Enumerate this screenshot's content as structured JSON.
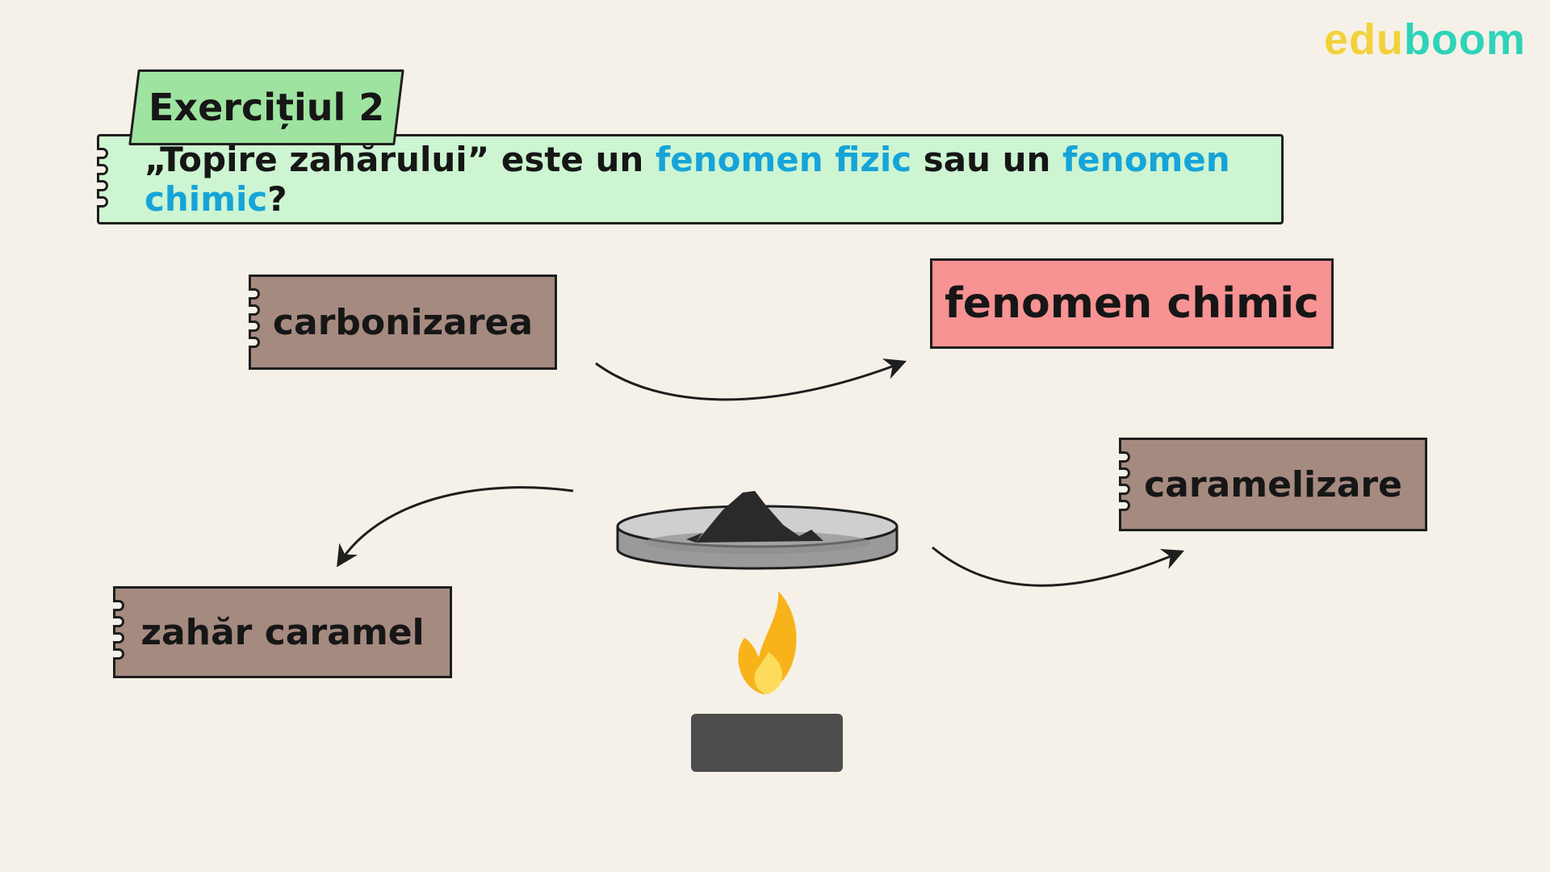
{
  "logo": {
    "part1": "edu",
    "part2": "boom",
    "color1": "#f2d23a",
    "color2": "#2ed3b8"
  },
  "exercise": {
    "title": "Exercițiul 2"
  },
  "question": {
    "prefix": "„Topire zahărului” este un ",
    "term1": "fenomen fizic",
    "middle": " sau un ",
    "term2": "fenomen chimic",
    "suffix": "?",
    "highlight_color": "#16a4d8"
  },
  "cards": {
    "carbonization": "carbonizarea",
    "chemical_phenomenon": "fenomen chimic",
    "caramelization": "caramelizare",
    "caramel_sugar": "zahăr caramel"
  },
  "colors": {
    "background": "#f6f1e8",
    "title_tag": "#9fe3a0",
    "question_band": "#cdf5d2",
    "card": "#a58a80",
    "answer_card": "#f79392"
  },
  "illustration": {
    "items": [
      "petri-dish-icon",
      "burnt-sugar-icon",
      "flame-icon",
      "burner-base-icon",
      "arrow-icon"
    ]
  }
}
